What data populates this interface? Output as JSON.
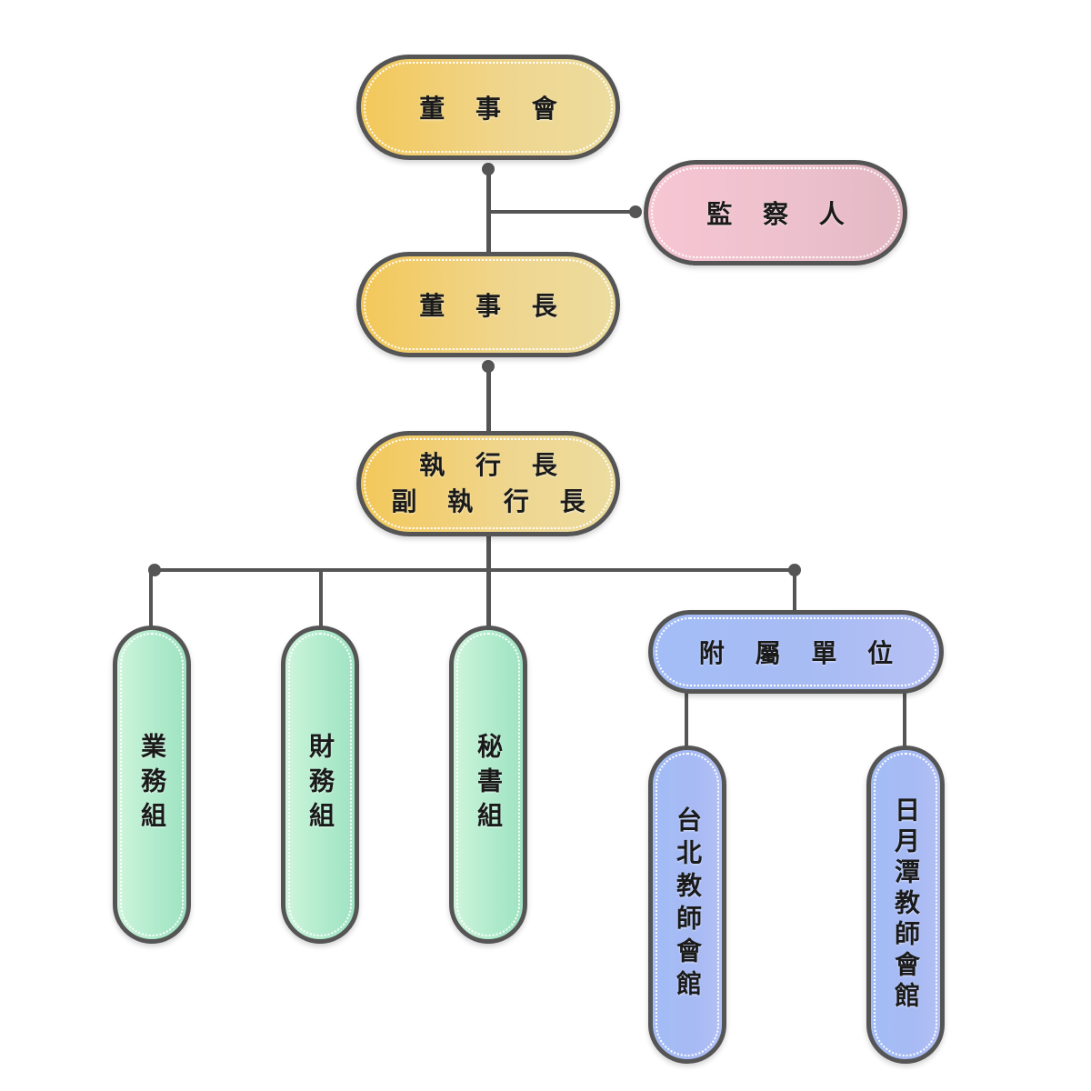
{
  "org_chart": {
    "board": "董 事 會",
    "supervisor": "監 察 人",
    "chairman": "董 事 長",
    "ceo": {
      "line1": "執 行 長",
      "line2": "副 執 行 長"
    },
    "departments": [
      "業務組",
      "財務組",
      "秘書組"
    ],
    "affiliates": {
      "label": "附 屬 單 位",
      "units": [
        "台北教師會館",
        "日月潭教師會館"
      ]
    }
  },
  "colors": {
    "connector": "#555555",
    "gold": "#f3c85a",
    "pink": "#f7c6d3",
    "green": "#aeeacb",
    "blue": "#a3bdf6"
  }
}
